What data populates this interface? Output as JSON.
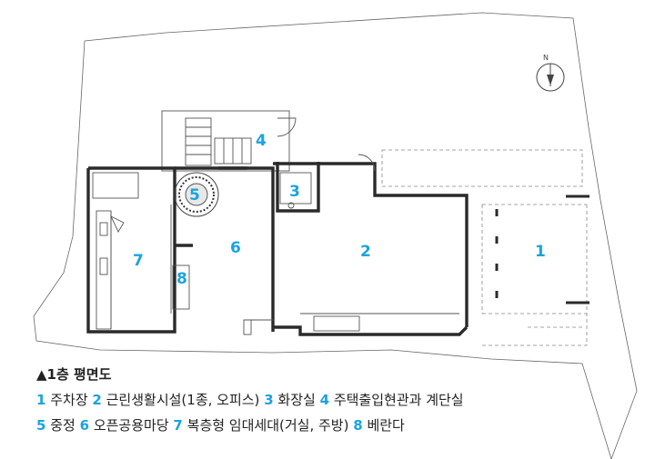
{
  "caption": {
    "title": "▲1층 평면도",
    "items": [
      {
        "num": "1",
        "label": "주차장"
      },
      {
        "num": "2",
        "label": "근린생활시설(1종, 오피스)"
      },
      {
        "num": "3",
        "label": "화장실"
      },
      {
        "num": "4",
        "label": "주택출입현관과 계단실"
      },
      {
        "num": "5",
        "label": "중정"
      },
      {
        "num": "6",
        "label": "오픈공용마당"
      },
      {
        "num": "7",
        "label": "복층형 임대세대(거실, 주방)"
      },
      {
        "num": "8",
        "label": "베란다"
      }
    ]
  },
  "plan": {
    "compass_label": "N",
    "room_numbers": [
      "1",
      "2",
      "3",
      "4",
      "5",
      "6",
      "7",
      "8"
    ]
  },
  "colors": {
    "accent": "#1aa3e0",
    "wall": "#2a2a2a",
    "line": "#555555"
  }
}
